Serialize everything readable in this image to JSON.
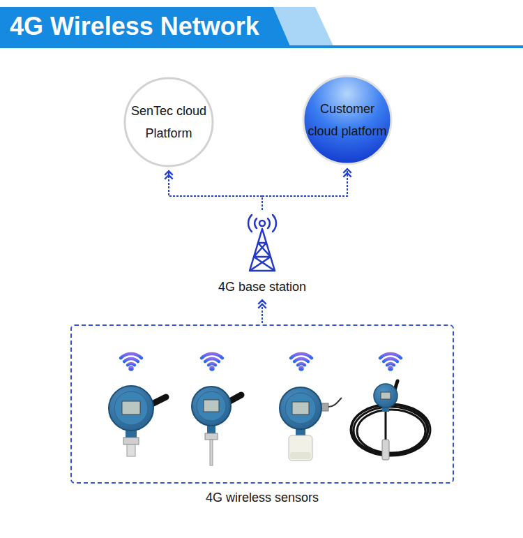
{
  "diagram": {
    "title": "4G Wireless Network",
    "nodes": [
      {
        "text": [
          "SenTec cloud Platform"
        ]
      },
      {
        "text": [
          "Customer cloud platform"
        ]
      },
      {
        "text": [
          "4G base station"
        ]
      },
      {
        "text": [
          "4G wireless sensors"
        ]
      }
    ],
    "edges": [
      {
        "from": 2,
        "to": 0,
        "arrow": "to"
      },
      {
        "from": 2,
        "to": 1,
        "arrow": "to"
      },
      {
        "from": 3,
        "to": 2,
        "arrow": "to"
      }
    ]
  }
}
